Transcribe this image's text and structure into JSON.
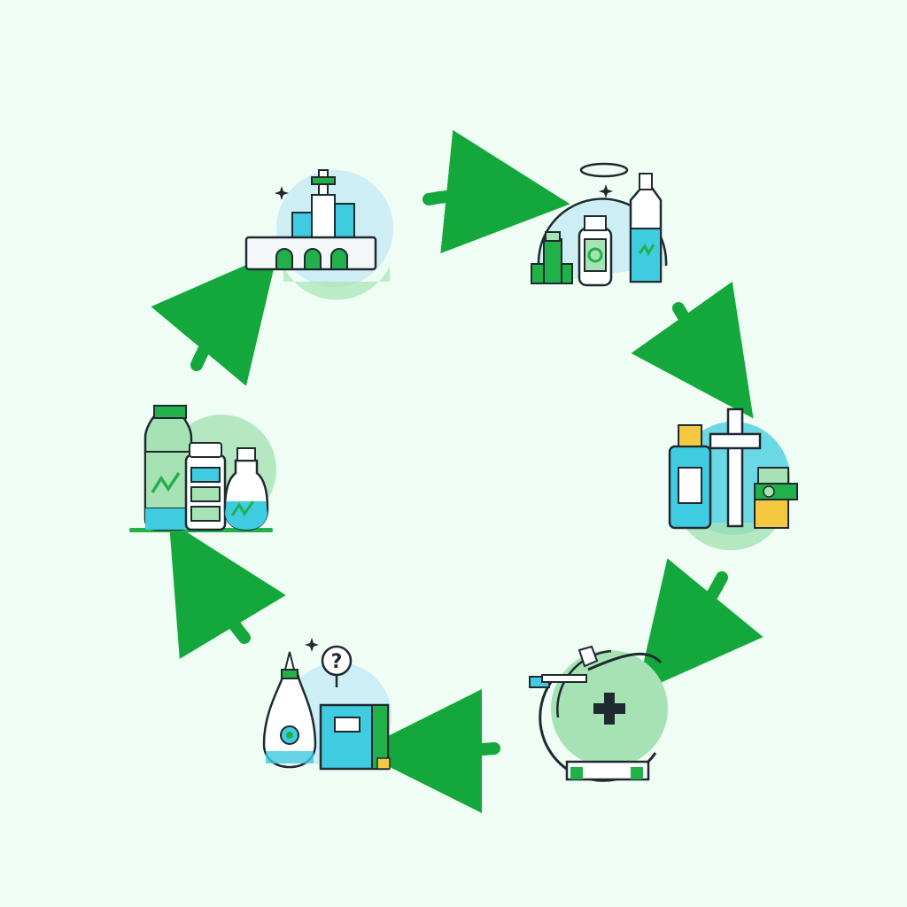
{
  "diagram": {
    "type": "cycle",
    "direction": "clockwise",
    "stages": [
      {
        "icon": "factory-building-icon"
      },
      {
        "icon": "medicine-bottles-icon"
      },
      {
        "icon": "pharmacy-cross-icon"
      },
      {
        "icon": "medical-scanner-icon"
      },
      {
        "icon": "inquiry-dropper-book-icon"
      },
      {
        "icon": "labeled-bottles-icon"
      }
    ],
    "help_glyph": "?",
    "arrow_count": 6
  },
  "colors": {
    "background": "#effdf4",
    "arrow": "#14a83c",
    "green": "#22b04b",
    "light_green": "#a6e2b4",
    "cyan": "#3fcbe0",
    "light_blue": "#cdeef5",
    "outline": "#1f2a30",
    "yellow": "#f5c842"
  }
}
